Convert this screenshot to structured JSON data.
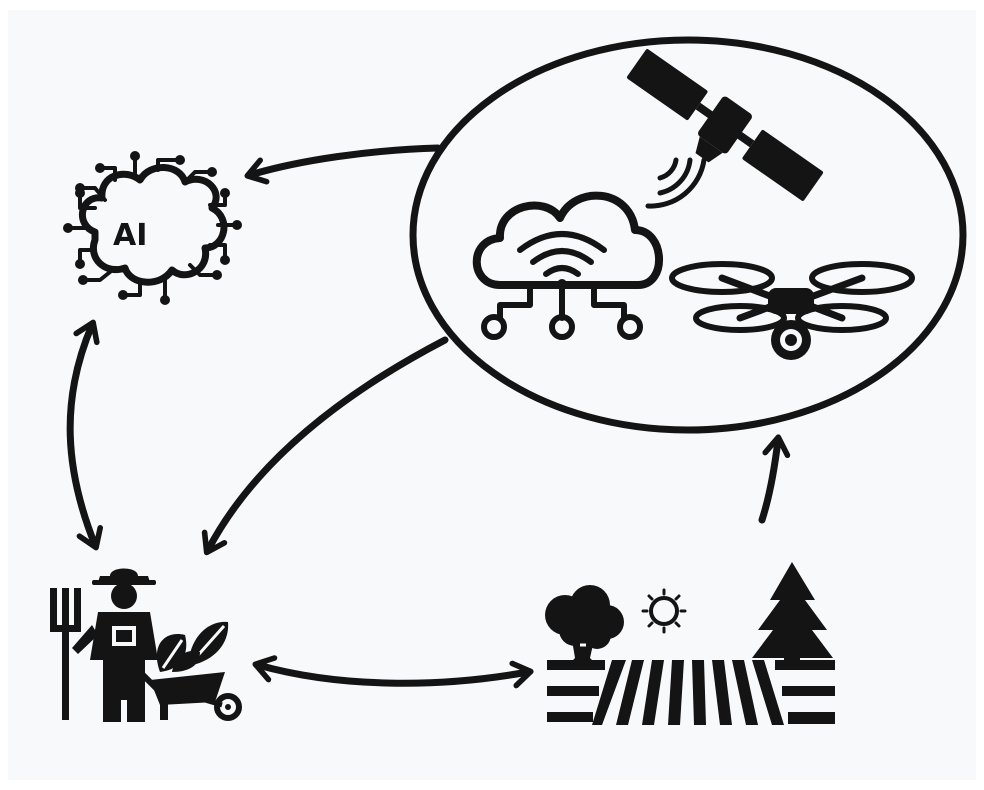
{
  "diagram": {
    "ai_node": {
      "label": "AI"
    },
    "colors": {
      "ink": "#141414",
      "panel": "#f8f9fb",
      "page": "#ffffff"
    },
    "nodes": {
      "ai": "brain-chip-icon",
      "tech_group": [
        "satellite-icon",
        "cloud-iot-icon",
        "drone-icon"
      ],
      "farmer": "farmer-icon",
      "field": "farm-field-icon"
    },
    "connections": [
      {
        "from": "tech_group",
        "to": "ai",
        "direction": "one-way"
      },
      {
        "from": "tech_group",
        "to": "farmer",
        "direction": "one-way"
      },
      {
        "from": "ai",
        "to": "farmer",
        "direction": "two-way"
      },
      {
        "from": "farmer",
        "to": "field",
        "direction": "two-way"
      },
      {
        "from": "field",
        "to": "tech_group",
        "direction": "one-way"
      }
    ]
  }
}
